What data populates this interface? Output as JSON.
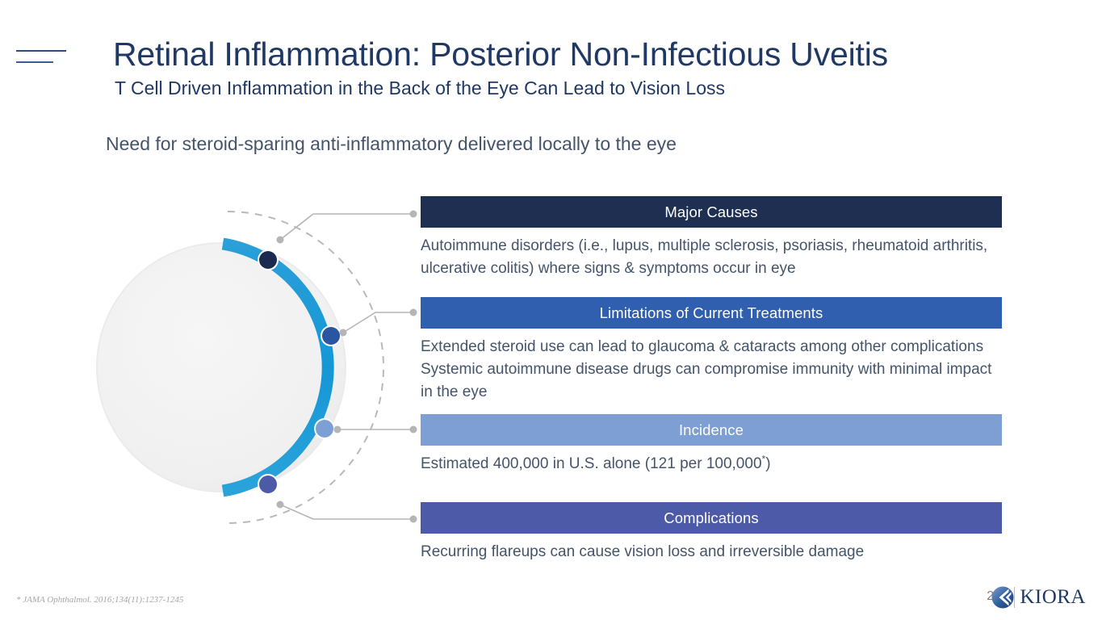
{
  "header": {
    "title": "Retinal Inflammation: Posterior Non-Infectious Uveitis",
    "subtitle": "T Cell Driven Inflammation in the Back of the Eye Can Lead to Vision Loss",
    "lede": "Need for steroid-sparing anti-inflammatory delivered locally to the eye"
  },
  "colors": {
    "title": "#1f3864",
    "body_text": "#44546a",
    "bar_1": "#1e2f52",
    "bar_2": "#2f5fae",
    "bar_3": "#7d9fd4",
    "bar_4": "#4d5aa8",
    "arc": "#1f9ad6",
    "eye_fill": "#f0f0f0",
    "connector": "#b5b5b5"
  },
  "blocks": [
    {
      "id": "major-causes",
      "heading": "Major Causes",
      "color": "#1e2f52",
      "lines": [
        "Autoimmune disorders (i.e., lupus, multiple sclerosis, psoriasis, rheumatoid arthritis, ulcerative colitis) where signs & symptoms occur in eye"
      ]
    },
    {
      "id": "limitations-of-current-treatments",
      "heading": "Limitations of Current Treatments",
      "color": "#2f5fae",
      "lines": [
        "Extended steroid use can lead to glaucoma & cataracts among other complications",
        "Systemic autoimmune disease drugs can compromise immunity with minimal impact in the eye"
      ]
    },
    {
      "id": "incidence",
      "heading": "Incidence",
      "color": "#7d9fd4",
      "lines": [
        "Estimated 400,000 in U.S. alone (121 per 100,000"
      ],
      "line_suffix": ")",
      "footnote_marker": "*"
    },
    {
      "id": "complications",
      "heading": "Complications",
      "color": "#4d5aa8",
      "lines": [
        "Recurring flareups can cause vision loss and irreversible damage"
      ]
    }
  ],
  "diagram": {
    "name": "eye-cross-section-callout",
    "dots": [
      {
        "label": "Major Causes",
        "color": "#1b2b4f"
      },
      {
        "label": "Limitations of Current Treatments",
        "color": "#2a55a0"
      },
      {
        "label": "Incidence",
        "color": "#7d9fd4"
      },
      {
        "label": "Complications",
        "color": "#4d5aa8"
      }
    ]
  },
  "footer": {
    "citation": "* JAMA Ophthalmol. 2016;134(11):1237-1245",
    "page_number": "21",
    "brand_name": "KIORA"
  }
}
